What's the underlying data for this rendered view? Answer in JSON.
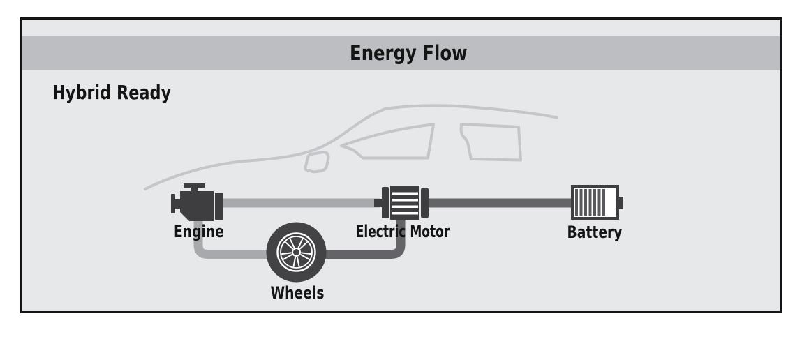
{
  "header": {
    "title": "Energy Flow"
  },
  "status": {
    "mode": "Hybrid Ready"
  },
  "diagram": {
    "components": [
      {
        "id": "engine",
        "label": "Engine"
      },
      {
        "id": "electric_motor",
        "label": "Electric Motor"
      },
      {
        "id": "battery",
        "label": "Battery"
      },
      {
        "id": "wheels",
        "label": "Wheels"
      }
    ],
    "connections": [
      {
        "from": "engine",
        "to": "electric_motor",
        "color": "#a8a9ac"
      },
      {
        "from": "electric_motor",
        "to": "battery",
        "color": "#646468"
      },
      {
        "from": "engine",
        "to": "wheels",
        "color": "#a8a9ac"
      },
      {
        "from": "wheels",
        "to": "electric_motor",
        "color": "#646468"
      }
    ]
  },
  "colors": {
    "background": "#ffffff",
    "panel": "#e7e8ea",
    "header_band": "#bdbec2",
    "icon": "#3e3e41",
    "car_outline": "#c5c6c9",
    "line_light": "#a8a9ac",
    "line_dark": "#646468",
    "text": "#141414",
    "frame_border": "#141414"
  }
}
